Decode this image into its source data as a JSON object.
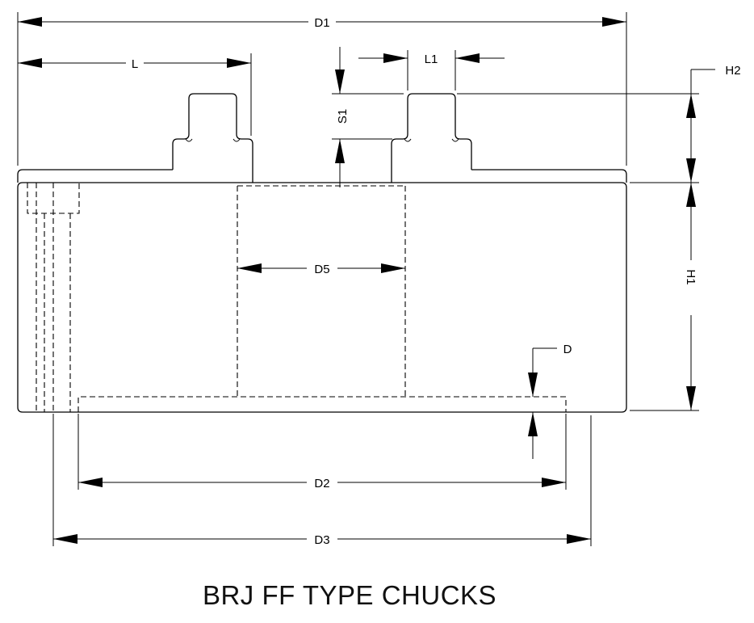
{
  "title": "BRJ FF TYPE CHUCKS",
  "dimensions": {
    "d1": "D1",
    "l": "L",
    "l1": "L1",
    "s1": "S1",
    "h2": "H2",
    "h1": "H1",
    "d5": "D5",
    "d": "D",
    "d2": "D2",
    "d3": "D3"
  }
}
